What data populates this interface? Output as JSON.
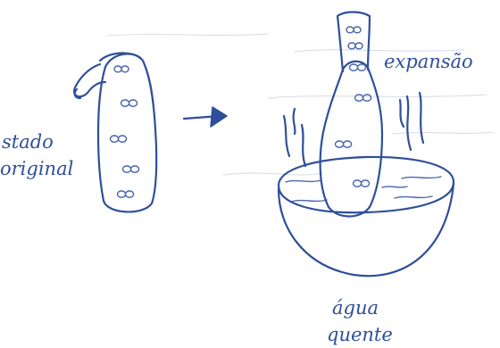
{
  "labels": {
    "original_state_line1": "stado",
    "original_state_line2": "original",
    "expansion": "expansão",
    "hot_water_line1": "água",
    "hot_water_line2": "quente"
  },
  "colors": {
    "ink": "#2f4f9a",
    "background": "#ffffff"
  }
}
